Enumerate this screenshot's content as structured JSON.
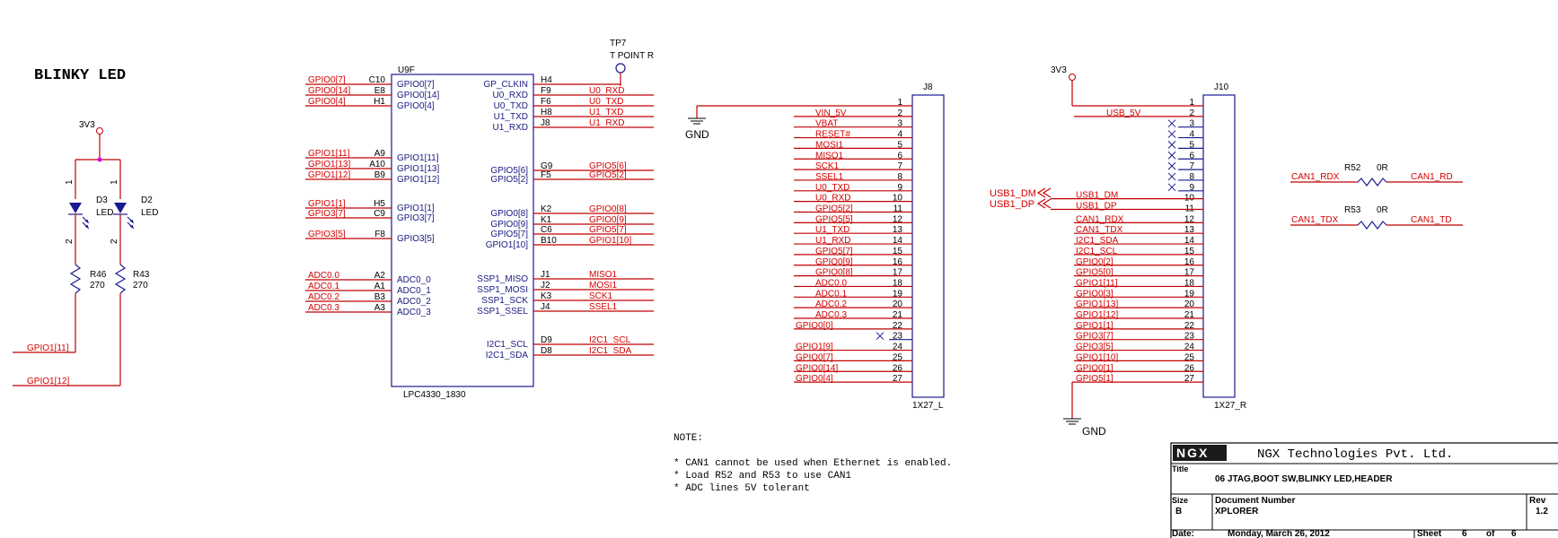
{
  "title": "BLINKY LED",
  "rail_3v3": "3V3",
  "gnd": "GND",
  "blinky": {
    "d3": {
      "ref": "D3",
      "val": "LED",
      "p1": "1",
      "p2": "2"
    },
    "d2": {
      "ref": "D2",
      "val": "LED",
      "p1": "1",
      "p2": "2"
    },
    "r46": {
      "ref": "R46",
      "val": "270"
    },
    "r43": {
      "ref": "R43",
      "val": "270"
    },
    "net1": "GPIO1[11]",
    "net2": "GPIO1[12]"
  },
  "u9f": {
    "ref": "U9F",
    "part": "LPC4330_1830",
    "left_pins": [
      {
        "net": "GPIO0[7]",
        "num": "C10",
        "name": "GPIO0[7]"
      },
      {
        "net": "GPIO0[14]",
        "num": "E8",
        "name": "GPIO0[14]"
      },
      {
        "net": "GPIO0[4]",
        "num": "H1",
        "name": "GPIO0[4]"
      },
      {
        "net": "GPIO1[11]",
        "num": "A9",
        "name": "GPIO1[11]"
      },
      {
        "net": "GPIO1[13]",
        "num": "A10",
        "name": "GPIO1[13]"
      },
      {
        "net": "GPIO1[12]",
        "num": "B9",
        "name": "GPIO1[12]"
      },
      {
        "net": "GPIO1[1]",
        "num": "H5",
        "name": "GPIO1[1]"
      },
      {
        "net": "GPIO3[7]",
        "num": "C9",
        "name": "GPIO3[7]"
      },
      {
        "net": "GPIO3[5]",
        "num": "F8",
        "name": "GPIO3[5]"
      },
      {
        "net": "ADC0.0",
        "num": "A2",
        "name": "ADC0_0"
      },
      {
        "net": "ADC0.1",
        "num": "A1",
        "name": "ADC0_1"
      },
      {
        "net": "ADC0.2",
        "num": "B3",
        "name": "ADC0_2"
      },
      {
        "net": "ADC0.3",
        "num": "A3",
        "name": "ADC0_3"
      }
    ],
    "right_pins": [
      {
        "name": "GP_CLKIN",
        "num": "H4",
        "net": ""
      },
      {
        "name": "U0_RXD",
        "num": "F9",
        "net": "U0_RXD"
      },
      {
        "name": "U0_TXD",
        "num": "F6",
        "net": "U0_TXD"
      },
      {
        "name": "U1_TXD",
        "num": "H8",
        "net": "U1_TXD"
      },
      {
        "name": "U1_RXD",
        "num": "J8",
        "net": "U1_RXD"
      },
      {
        "name": "GPIO5[6]",
        "num": "G9",
        "net": "GPIO5[6]"
      },
      {
        "name": "GPIO5[2]",
        "num": "F5",
        "net": "GPIO5[2]"
      },
      {
        "name": "GPIO0[8]",
        "num": "K2",
        "net": "GPIO0[8]"
      },
      {
        "name": "GPIO0[9]",
        "num": "K1",
        "net": "GPIO0[9]"
      },
      {
        "name": "GPIO5[7]",
        "num": "C6",
        "net": "GPIO5[7]"
      },
      {
        "name": "GPIO1[10]",
        "num": "B10",
        "net": "GPIO1[10]"
      },
      {
        "name": "SSP1_MISO",
        "num": "J1",
        "net": "MISO1"
      },
      {
        "name": "SSP1_MOSI",
        "num": "J2",
        "net": "MOSI1"
      },
      {
        "name": "SSP1_SCK",
        "num": "K3",
        "net": "SCK1"
      },
      {
        "name": "SSP1_SSEL",
        "num": "J4",
        "net": "SSEL1"
      },
      {
        "name": "I2C1_SCL",
        "num": "D9",
        "net": "I2C1_SCL"
      },
      {
        "name": "I2C1_SDA",
        "num": "D8",
        "net": "I2C1_SDA"
      }
    ],
    "tp7": {
      "ref": "TP7",
      "val": "T POINT R"
    }
  },
  "j8": {
    "ref": "J8",
    "part": "1X27_L",
    "nets": [
      "",
      "VIN_5V",
      "VBAT",
      "RESET#",
      "MOSI1",
      "MISO1",
      "SCK1",
      "SSEL1",
      "U0_TXD",
      "U0_RXD",
      "GPIO5[2]",
      "GPIO5[5]",
      "U1_TXD",
      "U1_RXD",
      "GPIO5[7]",
      "GPIO0[9]",
      "GPIO0[8]",
      "ADC0.0",
      "ADC0.1",
      "ADC0.2",
      "ADC0.3",
      "GPIO0[0]",
      "",
      "GPIO1[9]",
      "GPIO0[7]",
      "GPIO0[14]",
      "GPIO0[4]"
    ],
    "pin_numbers": [
      "1",
      "2",
      "3",
      "4",
      "5",
      "6",
      "7",
      "8",
      "9",
      "10",
      "11",
      "12",
      "13",
      "14",
      "15",
      "16",
      "17",
      "18",
      "19",
      "20",
      "21",
      "22",
      "23",
      "24",
      "25",
      "26",
      "27"
    ]
  },
  "j10": {
    "ref": "J10",
    "part": "1X27_R",
    "nets": [
      "",
      "USB_5V",
      "",
      "",
      "",
      "",
      "",
      "",
      "",
      "USB1_DM",
      "USB1_DP",
      "CAN1_RDX",
      "CAN1_TDX",
      "I2C1_SDA",
      "I2C1_SCL",
      "GPIO0[2]",
      "GPIO5[0]",
      "GPIO1[11]",
      "GPIO0[3]",
      "GPIO1[13]",
      "GPIO1[12]",
      "GPIO1[1]",
      "GPIO3[7]",
      "GPIO3[5]",
      "GPIO1[10]",
      "GPIO0[1]",
      "GPIO5[1]"
    ],
    "usb_dm": "USB1_DM",
    "usb_dp": "USB1_DP"
  },
  "can": {
    "r52": {
      "ref": "R52",
      "val": "0R",
      "left": "CAN1_RDX",
      "right": "CAN1_RD"
    },
    "r53": {
      "ref": "R53",
      "val": "0R",
      "left": "CAN1_TDX",
      "right": "CAN1_TD"
    }
  },
  "notes": {
    "heading": "NOTE:",
    "lines": [
      "* CAN1 cannot be used when Ethernet is enabled.",
      "* Load R52 and R53  to use CAN1",
      "* ADC lines 5V tolerant"
    ]
  },
  "title_block": {
    "logo": "NGX",
    "company": "NGX Technologies Pvt. Ltd.",
    "title_label": "Title",
    "title": "06 JTAG,BOOT SW,BLINKY LED,HEADER",
    "size_label": "Size",
    "size": "B",
    "docnum_label": "Document Number",
    "docnum": "XPLORER",
    "rev_label": "Rev",
    "rev": "1.2",
    "date_label": "Date:",
    "date": "Monday, March 26, 2012",
    "sheet_label": "Sheet",
    "sheet": "6",
    "of_label": "of",
    "sheets": "6"
  },
  "colors": {
    "wire": "#c00000",
    "body": "#1a1a90",
    "net_text": "#d40000"
  }
}
